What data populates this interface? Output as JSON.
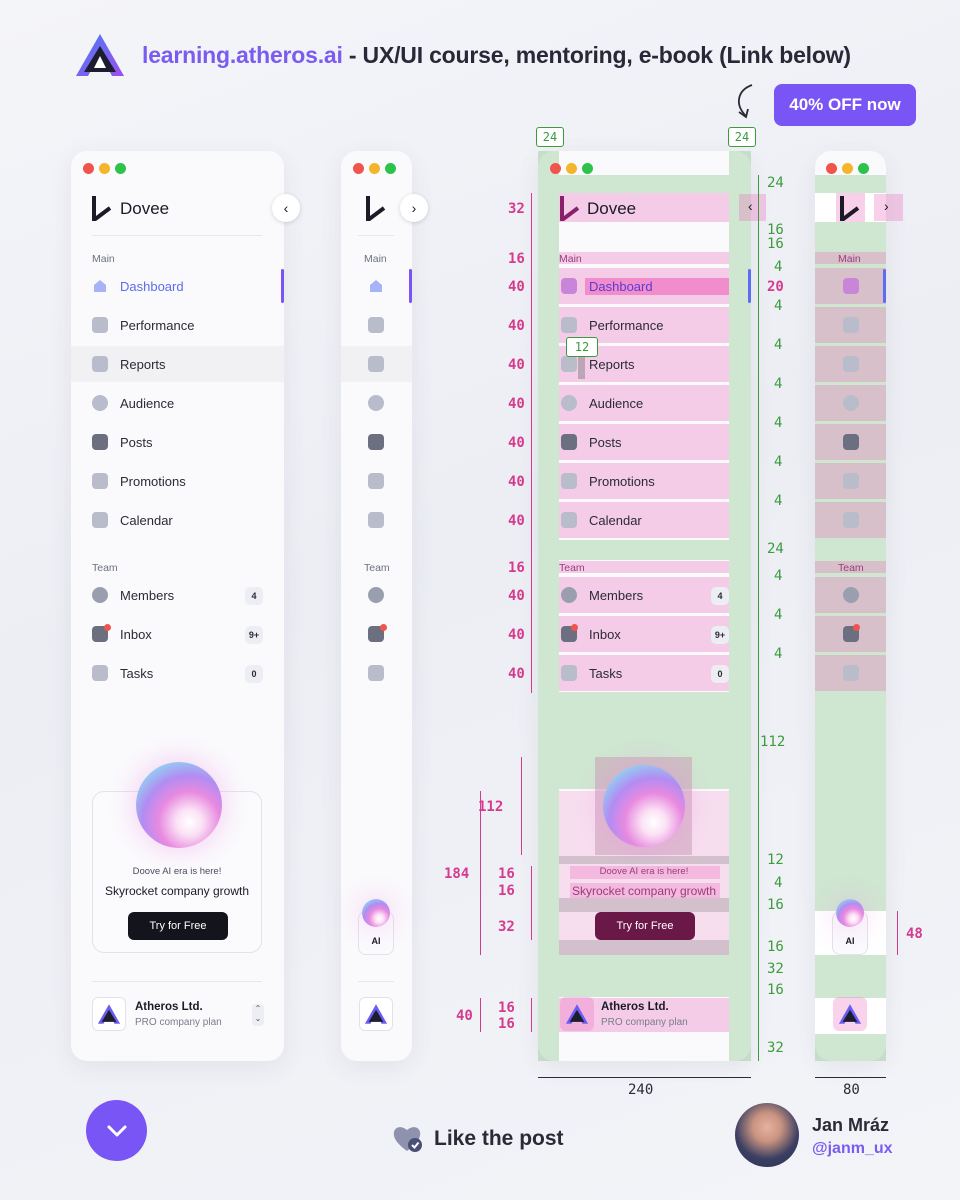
{
  "header": {
    "link_text": "learning.atheros.ai",
    "headline_rest": " - UX/UI course, mentoring, e-book (Link below)",
    "promo_label": "40% OFF now"
  },
  "sidebar": {
    "app_name": "Dovee",
    "sections": {
      "main": "Main",
      "team": "Team"
    },
    "items": [
      {
        "label": "Dashboard",
        "icon": "home-icon",
        "active": true
      },
      {
        "label": "Performance",
        "icon": "performance-icon"
      },
      {
        "label": "Reports",
        "icon": "reports-icon",
        "hovered": true
      },
      {
        "label": "Audience",
        "icon": "audience-icon"
      },
      {
        "label": "Posts",
        "icon": "posts-icon"
      },
      {
        "label": "Promotions",
        "icon": "promotions-icon"
      },
      {
        "label": "Calendar",
        "icon": "calendar-icon"
      }
    ],
    "team_items": [
      {
        "label": "Members",
        "icon": "members-icon",
        "badge": "4"
      },
      {
        "label": "Inbox",
        "icon": "inbox-icon",
        "badge": "9+",
        "notification_dot": true
      },
      {
        "label": "Tasks",
        "icon": "tasks-icon",
        "badge": "0"
      }
    ],
    "ai_card": {
      "subtitle": "Doove AI era is here!",
      "title": "Skyrocket company growth",
      "button": "Try for Free",
      "collapsed_label": "AI"
    },
    "company": {
      "name": "Atheros Ltd.",
      "plan": "PRO company plan"
    }
  },
  "measurements": {
    "green_values": [
      "24",
      "24",
      "24",
      "16",
      "16",
      "4",
      "20",
      "4",
      "4",
      "4",
      "4",
      "4",
      "4",
      "24",
      "4",
      "4",
      "4",
      "112",
      "12",
      "4",
      "16",
      "16",
      "32",
      "16",
      "32"
    ],
    "green_icon_gap": "12",
    "pink_values": [
      "32",
      "16",
      "40",
      "40",
      "40",
      "40",
      "40",
      "40",
      "40",
      "16",
      "40",
      "40",
      "40",
      "112",
      "184",
      "16",
      "16",
      "32",
      "40",
      "16",
      "16",
      "48"
    ],
    "width_expanded": "240",
    "width_collapsed": "80"
  },
  "footer": {
    "like_label": "Like the post",
    "author_name": "Jan Mráz",
    "author_handle": "@janm_ux"
  },
  "colors": {
    "accent": "#7a55f5",
    "nav_active": "#5b6df0",
    "measure_green": "#3c9b3c",
    "measure_pink": "#d63a8e"
  }
}
